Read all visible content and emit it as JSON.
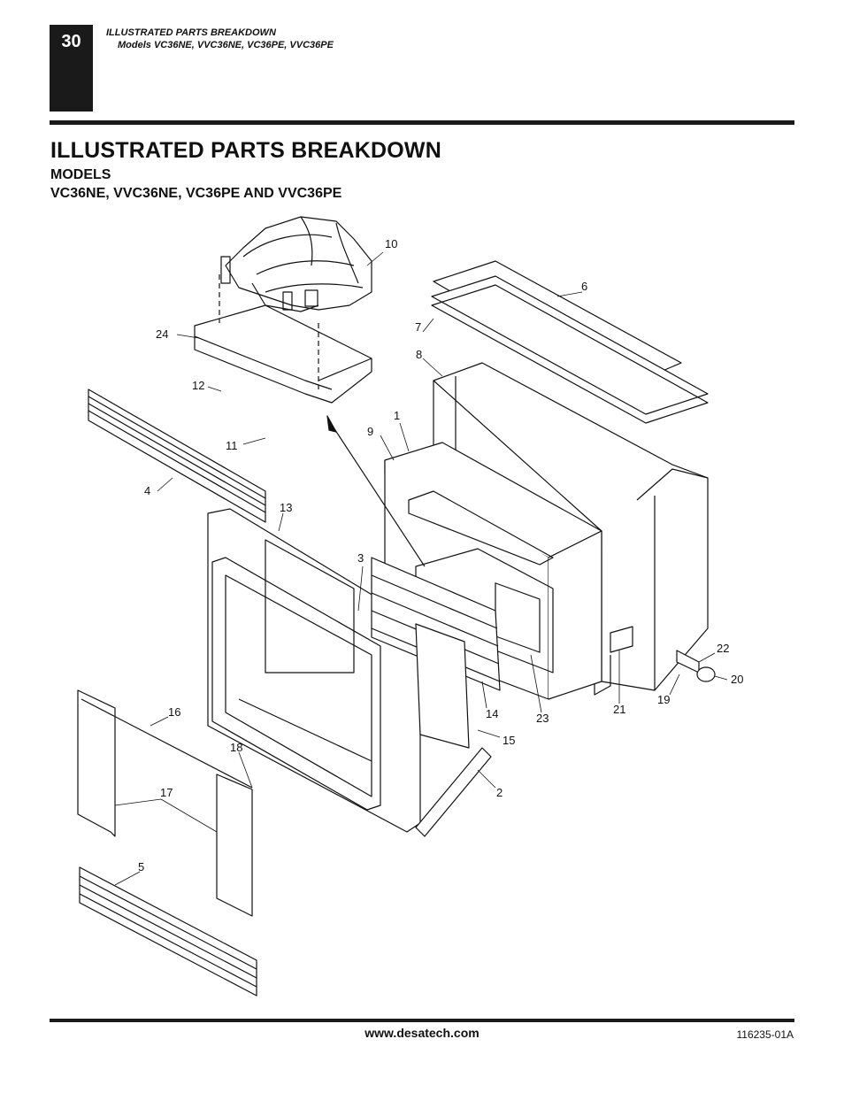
{
  "header": {
    "page_number": "30",
    "running_title": "ILLUSTRATED PARTS BREAKDOWN",
    "running_models": "Models VC36NE, VVC36NE, VC36PE, VVC36PE"
  },
  "main": {
    "title": "ILLUSTRATED PARTS BREAKDOWN",
    "subtitle_line1": "MODELS",
    "subtitle_line2": "VC36NE, VVC36NE, VC36PE AND VVC36PE"
  },
  "diagram": {
    "callouts": [
      "10",
      "6",
      "24",
      "7",
      "8",
      "12",
      "1",
      "9",
      "11",
      "4",
      "13",
      "3",
      "22",
      "20",
      "19",
      "21",
      "16",
      "14",
      "23",
      "15",
      "18",
      "2",
      "17",
      "5"
    ]
  },
  "footer": {
    "url": "www.desatech.com",
    "doc_code": "116235-01A"
  }
}
